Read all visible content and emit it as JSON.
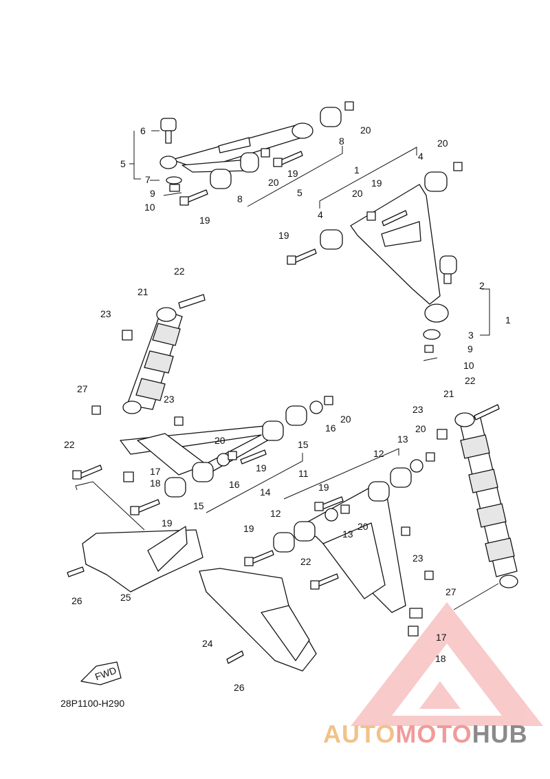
{
  "diagram_code": "28P1100-H290",
  "fwd_label": "FWD",
  "watermark": {
    "part1": "AUTO",
    "part2": "MOTO",
    "part3": "HUB",
    "colors": {
      "auto": "#f2c18a",
      "moto": "#f29a9a",
      "hub": "#8a8a8a",
      "triangle": "#f4a0a0"
    }
  },
  "callouts": {
    "n1": "1",
    "n2": "2",
    "n3": "3",
    "n4": "4",
    "n5": "5",
    "n6": "6",
    "n7": "7",
    "n8": "8",
    "n9": "9",
    "n10": "10",
    "n11": "11",
    "n12": "12",
    "n13": "13",
    "n14": "14",
    "n15": "15",
    "n16": "16",
    "n17": "17",
    "n18": "18",
    "n19": "19",
    "n20": "20",
    "n21": "21",
    "n22": "22",
    "n23": "23",
    "n24": "24",
    "n25": "25",
    "n26": "26",
    "n27": "27"
  }
}
